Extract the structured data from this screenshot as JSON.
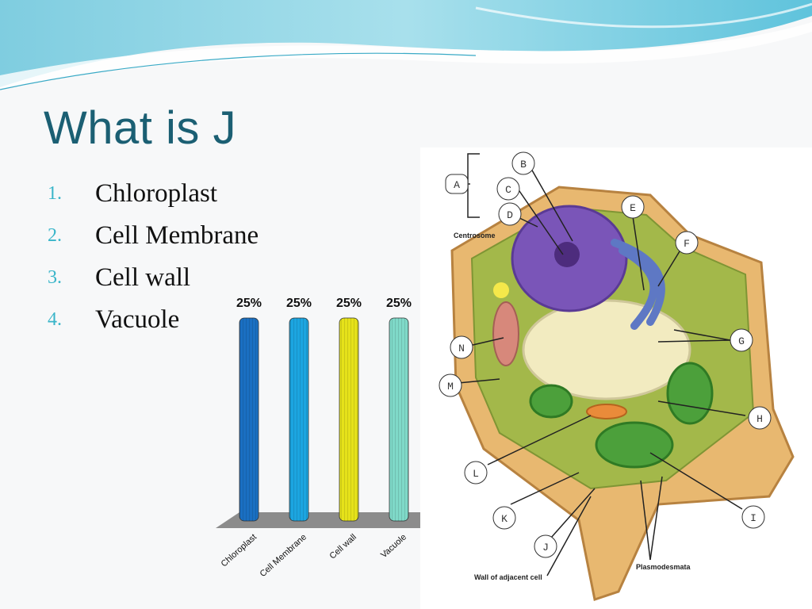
{
  "slide": {
    "title": "What is J"
  },
  "options": [
    {
      "num": "1.",
      "label": "Chloroplast"
    },
    {
      "num": "2.",
      "label": "Cell Membrane"
    },
    {
      "num": "3.",
      "label": "Cell wall"
    },
    {
      "num": "4.",
      "label": "Vacuole"
    }
  ],
  "chart_data": {
    "type": "bar",
    "categories": [
      "Chloroplast",
      "Cell Membrane",
      "Cell wall",
      "Vacuole"
    ],
    "values": [
      25,
      25,
      25,
      25
    ],
    "data_labels": [
      "25%",
      "25%",
      "25%",
      "25%"
    ],
    "colors": [
      "#1a6fc2",
      "#1ca5e0",
      "#e6e21a",
      "#7fd9c8"
    ],
    "ylim": [
      0,
      25
    ],
    "grid": false,
    "legend": "none"
  },
  "diagram": {
    "labels": [
      "A",
      "B",
      "C",
      "D",
      "E",
      "F",
      "G",
      "H",
      "I",
      "J",
      "K",
      "L",
      "M",
      "N"
    ],
    "captions": {
      "centrosome": "Centrosome",
      "plasmodesmata": "Plasmodesmata",
      "wall": "Wall of adjacent cell"
    }
  }
}
